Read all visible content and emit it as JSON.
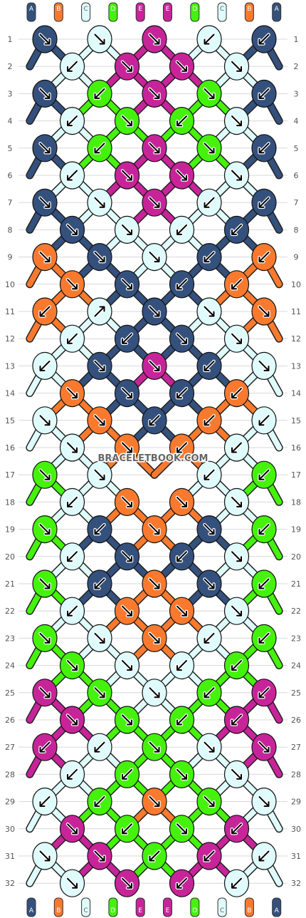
{
  "watermark": "BRACELETBOOK.COM",
  "colors": {
    "A": "#34507d",
    "B": "#f97a2e",
    "C": "#dffbfb",
    "D": "#45f20b",
    "E": "#c8249a"
  },
  "threads": {
    "top": [
      "A",
      "B",
      "C",
      "D",
      "E",
      "E",
      "D",
      "C",
      "B",
      "A"
    ],
    "bottom": [
      "A",
      "B",
      "C",
      "D",
      "E",
      "E",
      "D",
      "C",
      "B",
      "A"
    ]
  },
  "row_labels": [
    "1",
    "2",
    "3",
    "4",
    "5",
    "6",
    "7",
    "8",
    "9",
    "10",
    "11",
    "12",
    "13",
    "14",
    "15",
    "16",
    "17",
    "18",
    "19",
    "20",
    "21",
    "22",
    "23",
    "24",
    "25",
    "26",
    "27",
    "28",
    "29",
    "30",
    "31",
    "32"
  ],
  "knots": [
    [
      {
        "c": "A",
        "a": "se"
      },
      {
        "c": "C",
        "a": "se"
      },
      {
        "c": "E",
        "a": "se"
      },
      {
        "c": "C",
        "a": "sw"
      },
      {
        "c": "A",
        "a": "sw"
      }
    ],
    [
      {
        "c": "C",
        "a": "sw"
      },
      {
        "c": "E",
        "a": "se"
      },
      {
        "c": "E",
        "a": "se"
      },
      {
        "c": "C",
        "a": "se"
      }
    ],
    [
      {
        "c": "A",
        "a": "se"
      },
      {
        "c": "D",
        "a": "sw"
      },
      {
        "c": "E",
        "a": "se"
      },
      {
        "c": "D",
        "a": "se"
      },
      {
        "c": "A",
        "a": "sw"
      }
    ],
    [
      {
        "c": "C",
        "a": "sw"
      },
      {
        "c": "D",
        "a": "se"
      },
      {
        "c": "D",
        "a": "sw"
      },
      {
        "c": "C",
        "a": "se"
      }
    ],
    [
      {
        "c": "A",
        "a": "se"
      },
      {
        "c": "D",
        "a": "sw"
      },
      {
        "c": "E",
        "a": "se"
      },
      {
        "c": "D",
        "a": "se"
      },
      {
        "c": "A",
        "a": "sw"
      }
    ],
    [
      {
        "c": "C",
        "a": "sw"
      },
      {
        "c": "E",
        "a": "se"
      },
      {
        "c": "E",
        "a": "se"
      },
      {
        "c": "C",
        "a": "se"
      }
    ],
    [
      {
        "c": "A",
        "a": "se"
      },
      {
        "c": "C",
        "a": "se"
      },
      {
        "c": "E",
        "a": "se"
      },
      {
        "c": "C",
        "a": "sw"
      },
      {
        "c": "A",
        "a": "sw"
      }
    ],
    [
      {
        "c": "A",
        "a": "se"
      },
      {
        "c": "C",
        "a": "se"
      },
      {
        "c": "C",
        "a": "sw"
      },
      {
        "c": "A",
        "a": "sw"
      }
    ],
    [
      {
        "c": "B",
        "a": "se"
      },
      {
        "c": "A",
        "a": "se"
      },
      {
        "c": "C",
        "a": "se"
      },
      {
        "c": "A",
        "a": "sw"
      },
      {
        "c": "B",
        "a": "sw"
      }
    ],
    [
      {
        "c": "B",
        "a": "se"
      },
      {
        "c": "A",
        "a": "se"
      },
      {
        "c": "A",
        "a": "sw"
      },
      {
        "c": "B",
        "a": "sw"
      }
    ],
    [
      {
        "c": "B",
        "a": "sw"
      },
      {
        "c": "C",
        "a": "ne"
      },
      {
        "c": "A",
        "a": "se"
      },
      {
        "c": "C",
        "a": "se"
      },
      {
        "c": "B",
        "a": "se"
      }
    ],
    [
      {
        "c": "C",
        "a": "sw"
      },
      {
        "c": "A",
        "a": "sw"
      },
      {
        "c": "A",
        "a": "se"
      },
      {
        "c": "C",
        "a": "se"
      }
    ],
    [
      {
        "c": "C",
        "a": "sw"
      },
      {
        "c": "A",
        "a": "se"
      },
      {
        "c": "E",
        "a": "se"
      },
      {
        "c": "A",
        "a": "sw"
      },
      {
        "c": "C",
        "a": "se"
      }
    ],
    [
      {
        "c": "B",
        "a": "se"
      },
      {
        "c": "A",
        "a": "se"
      },
      {
        "c": "A",
        "a": "sw"
      },
      {
        "c": "B",
        "a": "sw"
      }
    ],
    [
      {
        "c": "C",
        "a": "se"
      },
      {
        "c": "B",
        "a": "se"
      },
      {
        "c": "A",
        "a": "sw"
      },
      {
        "c": "B",
        "a": "sw"
      },
      {
        "c": "C",
        "a": "sw"
      }
    ],
    [
      {
        "c": "C",
        "a": "se"
      },
      {
        "c": "B",
        "a": "se"
      },
      {
        "c": "B",
        "a": "sw"
      },
      {
        "c": "C",
        "a": "sw"
      }
    ],
    [
      {
        "c": "D",
        "a": "se"
      },
      {
        "c": "C",
        "a": "se"
      },
      {
        "c": "",
        "a": ""
      },
      {
        "c": "C",
        "a": "sw"
      },
      {
        "c": "D",
        "a": "sw"
      }
    ],
    [
      {
        "c": "C",
        "a": "sw"
      },
      {
        "c": "B",
        "a": "se"
      },
      {
        "c": "B",
        "a": "se"
      },
      {
        "c": "C",
        "a": "se"
      }
    ],
    [
      {
        "c": "D",
        "a": "se"
      },
      {
        "c": "A",
        "a": "sw"
      },
      {
        "c": "B",
        "a": "se"
      },
      {
        "c": "A",
        "a": "se"
      },
      {
        "c": "D",
        "a": "sw"
      }
    ],
    [
      {
        "c": "C",
        "a": "sw"
      },
      {
        "c": "A",
        "a": "se"
      },
      {
        "c": "A",
        "a": "sw"
      },
      {
        "c": "C",
        "a": "se"
      }
    ],
    [
      {
        "c": "D",
        "a": "se"
      },
      {
        "c": "A",
        "a": "sw"
      },
      {
        "c": "B",
        "a": "se"
      },
      {
        "c": "A",
        "a": "se"
      },
      {
        "c": "D",
        "a": "sw"
      }
    ],
    [
      {
        "c": "C",
        "a": "sw"
      },
      {
        "c": "B",
        "a": "se"
      },
      {
        "c": "B",
        "a": "se"
      },
      {
        "c": "C",
        "a": "se"
      }
    ],
    [
      {
        "c": "D",
        "a": "se"
      },
      {
        "c": "C",
        "a": "se"
      },
      {
        "c": "B",
        "a": "se"
      },
      {
        "c": "C",
        "a": "sw"
      },
      {
        "c": "D",
        "a": "sw"
      }
    ],
    [
      {
        "c": "D",
        "a": "se"
      },
      {
        "c": "C",
        "a": "se"
      },
      {
        "c": "C",
        "a": "sw"
      },
      {
        "c": "D",
        "a": "sw"
      }
    ],
    [
      {
        "c": "E",
        "a": "se"
      },
      {
        "c": "D",
        "a": "se"
      },
      {
        "c": "C",
        "a": "se"
      },
      {
        "c": "D",
        "a": "sw"
      },
      {
        "c": "E",
        "a": "sw"
      }
    ],
    [
      {
        "c": "E",
        "a": "se"
      },
      {
        "c": "D",
        "a": "se"
      },
      {
        "c": "D",
        "a": "sw"
      },
      {
        "c": "E",
        "a": "sw"
      }
    ],
    [
      {
        "c": "E",
        "a": "sw"
      },
      {
        "c": "C",
        "a": "sw"
      },
      {
        "c": "D",
        "a": "se"
      },
      {
        "c": "C",
        "a": "se"
      },
      {
        "c": "E",
        "a": "se"
      }
    ],
    [
      {
        "c": "C",
        "a": "sw"
      },
      {
        "c": "D",
        "a": "sw"
      },
      {
        "c": "D",
        "a": "se"
      },
      {
        "c": "C",
        "a": "se"
      }
    ],
    [
      {
        "c": "C",
        "a": "sw"
      },
      {
        "c": "D",
        "a": "sw"
      },
      {
        "c": "B",
        "a": "se"
      },
      {
        "c": "D",
        "a": "se"
      },
      {
        "c": "C",
        "a": "se"
      }
    ],
    [
      {
        "c": "E",
        "a": "se"
      },
      {
        "c": "D",
        "a": "sw"
      },
      {
        "c": "D",
        "a": "se"
      },
      {
        "c": "E",
        "a": "sw"
      }
    ],
    [
      {
        "c": "C",
        "a": "se"
      },
      {
        "c": "E",
        "a": "se"
      },
      {
        "c": "D",
        "a": "sw"
      },
      {
        "c": "E",
        "a": "sw"
      },
      {
        "c": "C",
        "a": "sw"
      }
    ],
    [
      {
        "c": "C",
        "a": "se"
      },
      {
        "c": "E",
        "a": "se"
      },
      {
        "c": "E",
        "a": "sw"
      },
      {
        "c": "C",
        "a": "sw"
      }
    ]
  ]
}
